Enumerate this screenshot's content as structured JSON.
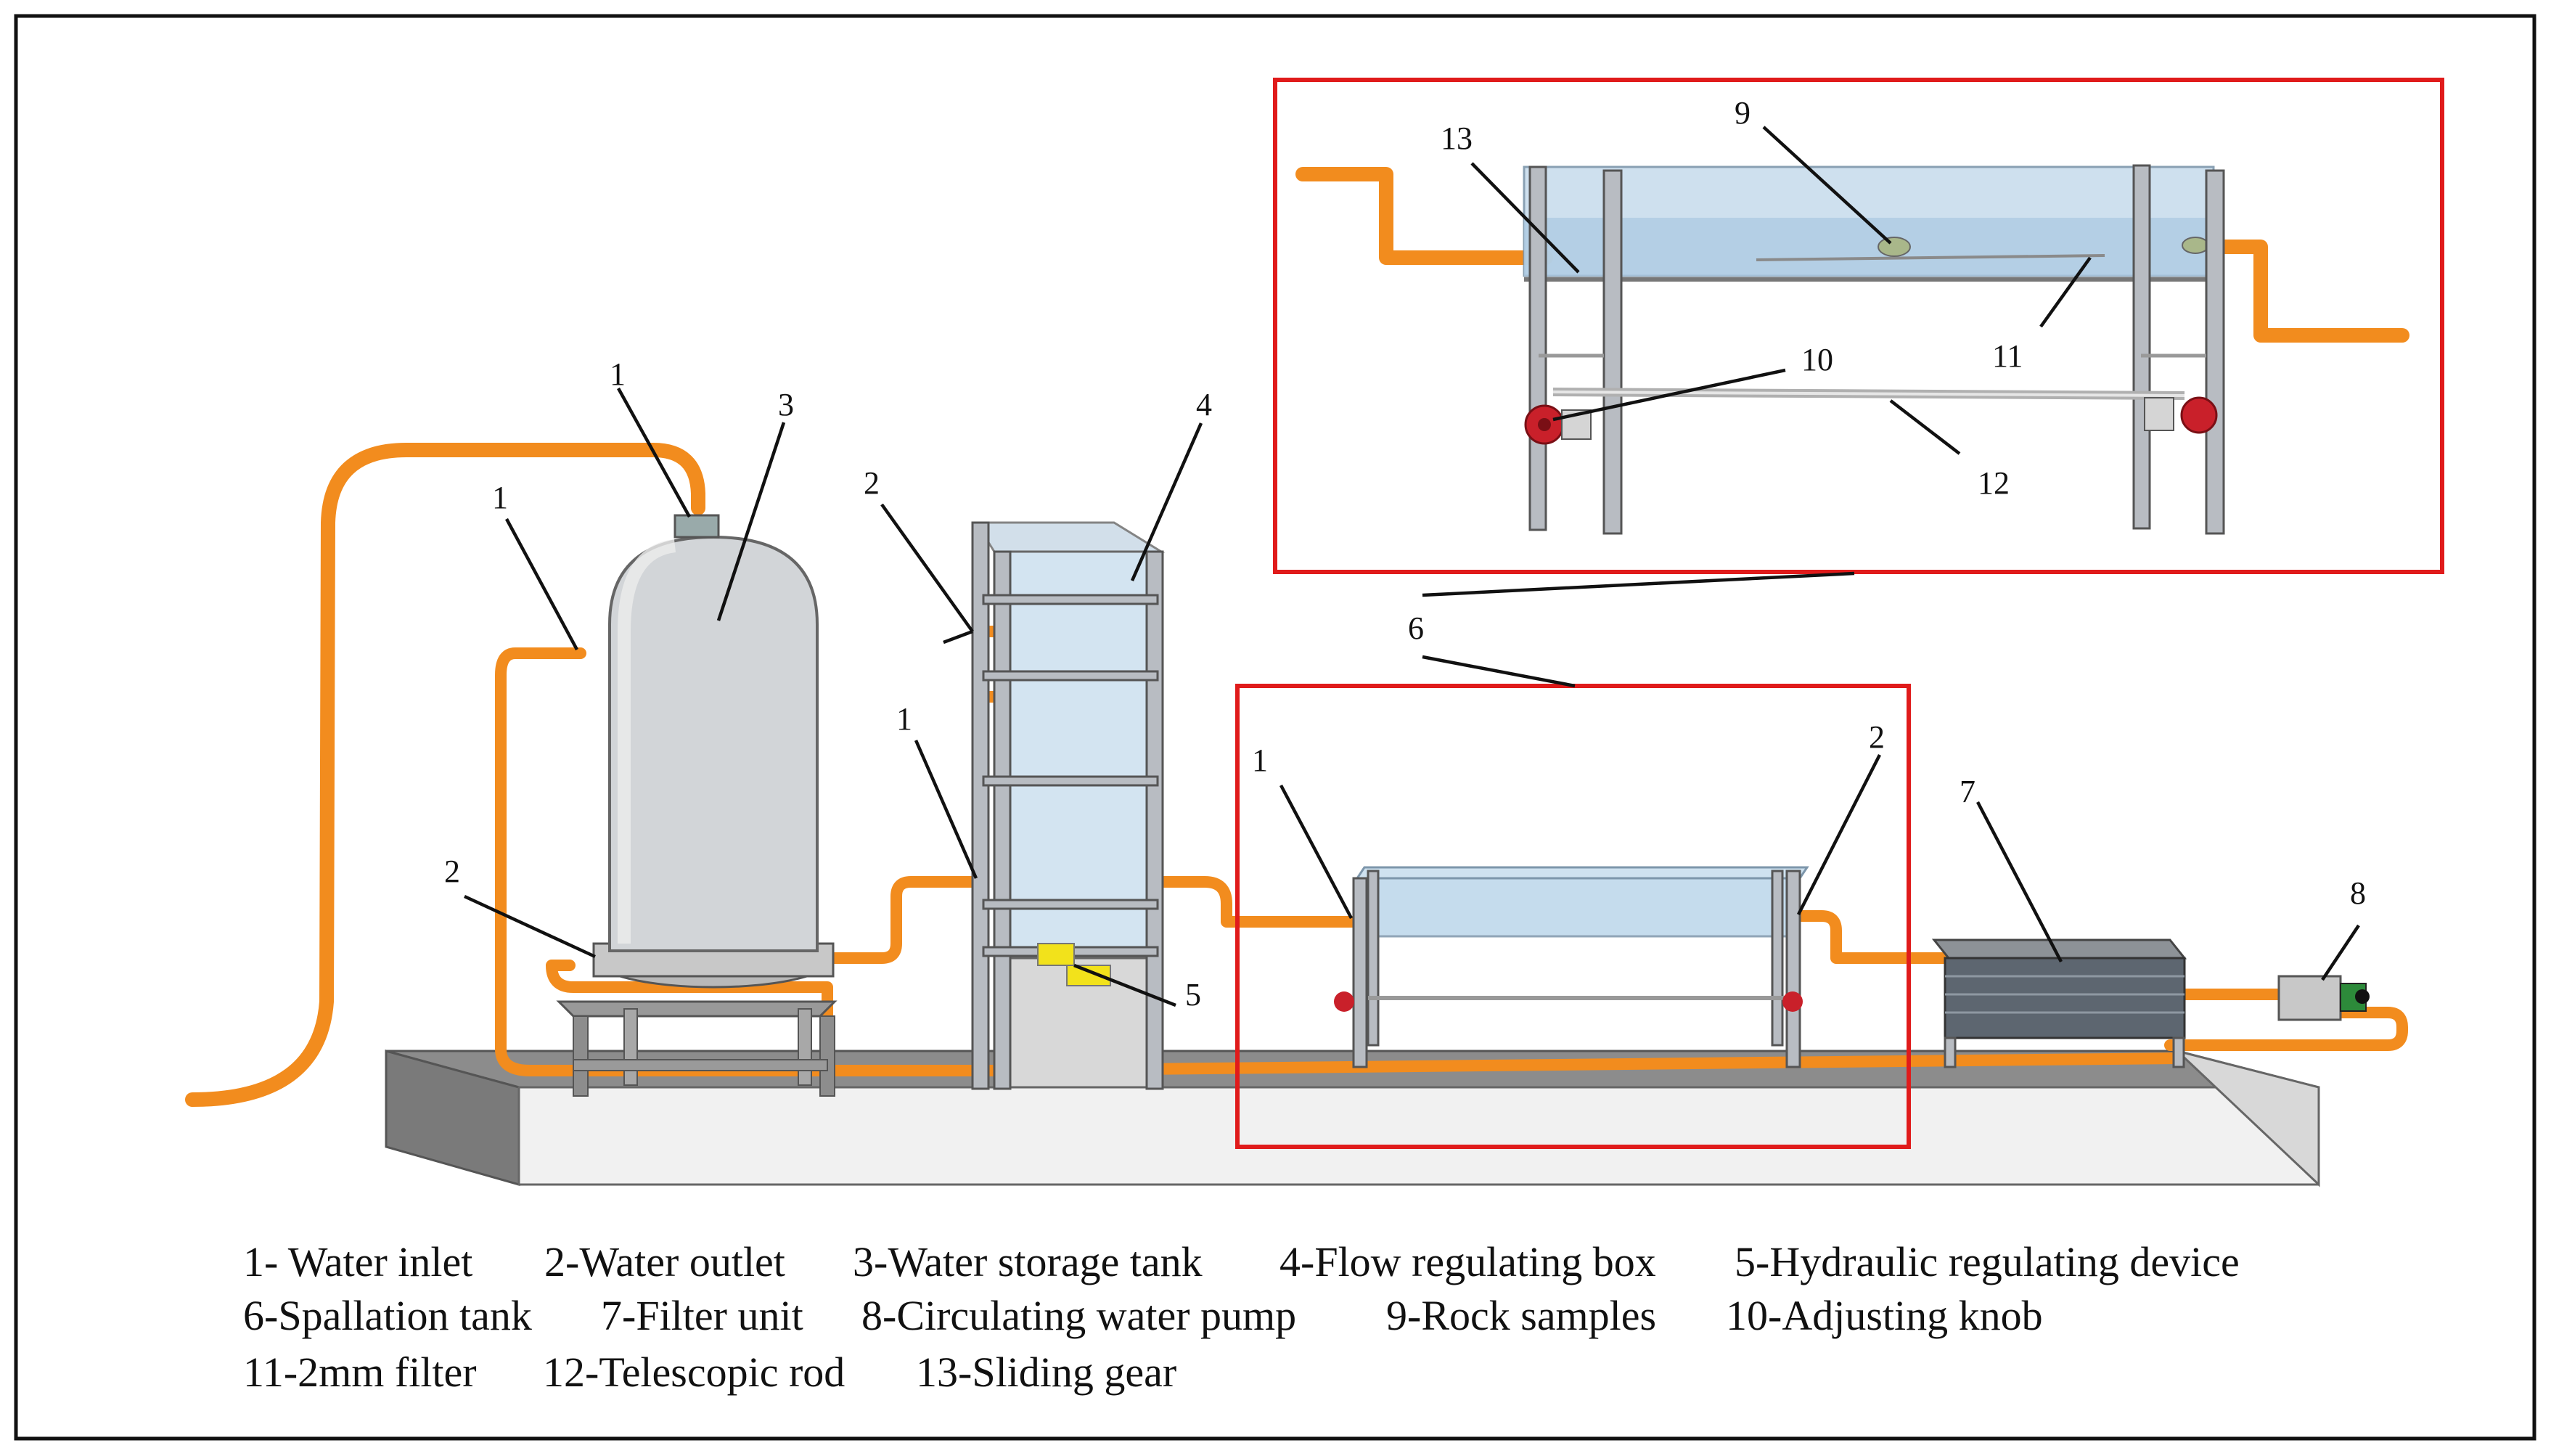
{
  "callouts": {
    "c_inlet_tank_top": "1",
    "c_inlet_tank_side": "1",
    "c_storage_tank": "3",
    "c_outlet_tank": "2",
    "c_outlet_box": "2",
    "c_inlet_box": "1",
    "c_flow_box": "4",
    "c_hydraulic": "5",
    "c_spallation": "6",
    "c_inlet_spall": "1",
    "c_outlet_spall": "2",
    "c_filter_unit": "7",
    "c_pump": "8",
    "c_rock": "9",
    "c_sliding": "13",
    "c_knob": "10",
    "c_filter": "11",
    "c_rod": "12"
  },
  "legend": {
    "line1": [
      "1- Water inlet",
      "2-Water outlet",
      "3-Water storage tank",
      "4-Flow regulating box",
      "5-Hydraulic regulating device"
    ],
    "line2": [
      "6-Spallation tank",
      "7-Filter unit",
      "8-Circulating water pump",
      "9-Rock samples",
      "10-Adjusting knob"
    ],
    "line3": [
      "11-2mm filter",
      "12-Telescopic rod",
      "13-Sliding gear"
    ]
  },
  "colors": {
    "pipe": "#f28c1e",
    "highlight_box": "#e01b1b",
    "base": "#8a8a8a",
    "water": "#bcd7ea",
    "valve": "#c9202a",
    "pump_connector": "#f2e21b"
  }
}
